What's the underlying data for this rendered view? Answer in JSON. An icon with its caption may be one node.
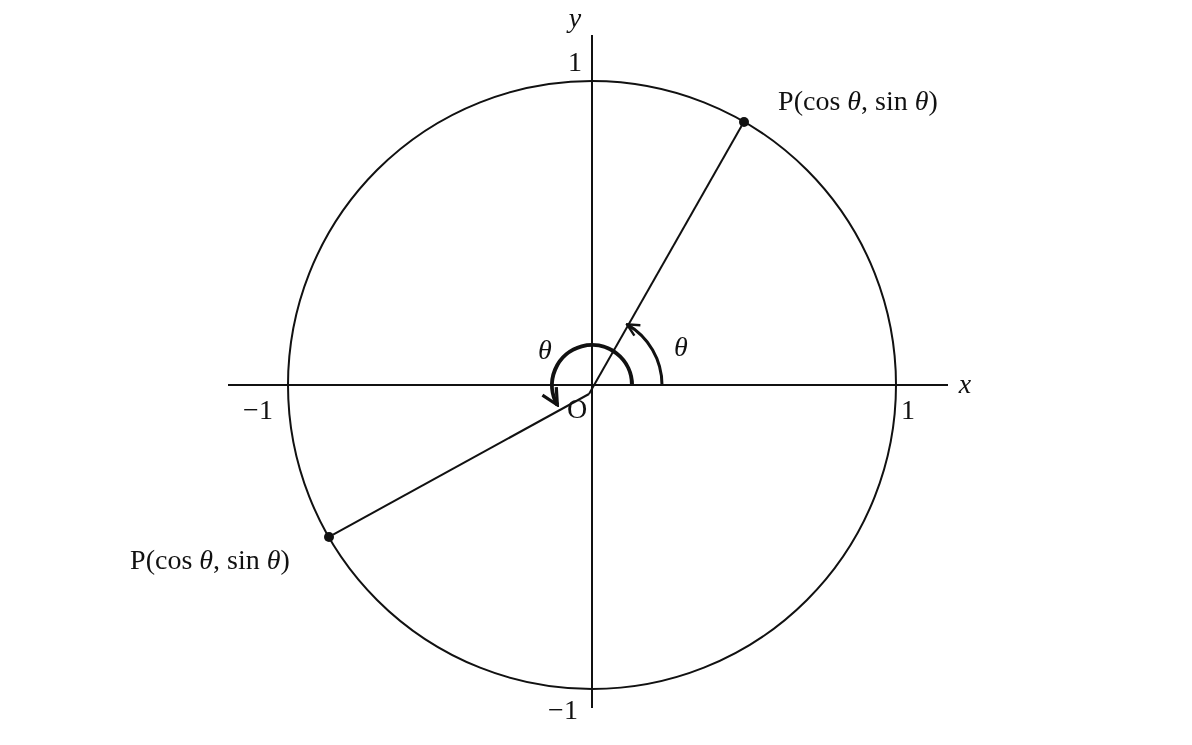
{
  "diagram": {
    "nodes": [
      {
        "text": [],
        "shape": "circle",
        "beside": [
          "P(cos *θ*, sin *θ*)"
        ]
      },
      {
        "text": [
          "O"
        ]
      },
      {
        "text": [],
        "shape": "circle",
        "beside": [
          "P(cos *θ*, sin *θ*)"
        ]
      }
    ],
    "edges": [
      {
        "from": 1,
        "to": 0,
        "arrow": "none"
      },
      {
        "from": 1,
        "to": 2,
        "arrow": "none"
      }
    ],
    "labels": [
      "y",
      "1",
      "θ",
      "θ",
      "x",
      "−1",
      "1",
      "−1"
    ]
  }
}
